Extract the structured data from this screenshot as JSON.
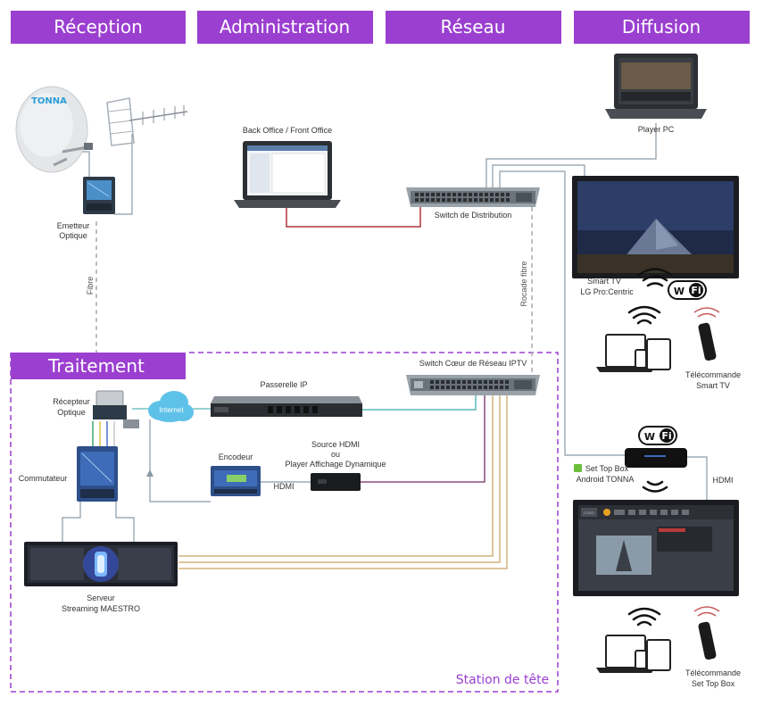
{
  "headers": {
    "reception": "Réception",
    "administration": "Administration",
    "reseau": "Réseau",
    "diffusion": "Diffusion",
    "traitement": "Traitement"
  },
  "labels": {
    "tonna": "TONNA",
    "emetteur_line1": "Emetteur",
    "emetteur_line2": "Optique",
    "fibre": "Fibre",
    "back_office": "Back Office / Front Office",
    "switch_distribution": "Switch de Distribution",
    "rocade_fibre": "Rocade fibre",
    "player_pc": "Player PC",
    "smart_tv_line1": "Smart TV",
    "smart_tv_line2": "LG Pro:Centric",
    "wifi_w": "W",
    "wifi_fi": "Fi",
    "telecommande_line1": "Télécommande",
    "telecommande_tv_line2": "Smart TV",
    "switch_coeur": "Switch Cœur de Réseau IPTV",
    "passerelle_ip": "Passerelle IP",
    "recepteur_line1": "Récepteur",
    "recepteur_line2": "Optique",
    "internet": "Internet",
    "commutateur": "Commutateur",
    "encodeur": "Encodeur",
    "source_hdmi_line1": "Source HDMI",
    "source_hdmi_line2": "ou",
    "source_hdmi_line3": "Player Affichage Dynamique",
    "hdmi": "HDMI",
    "set_top_box_line1": "Set Top Box",
    "set_top_box_line2": "Android TONNA",
    "logo": "LOGO",
    "serveur_line1": "Serveur",
    "serveur_line2": "Streaming MAESTRO",
    "telecommande_stb_line2": "Set Top Box",
    "station_de_tete": "Station de tête"
  },
  "colors": {
    "header_purple": "#9b3fd0",
    "cable_red": "#b0353e",
    "cable_teal": "#5ab8b8",
    "cable_gray": "#8a9aa6",
    "cable_tan": "#d4b27a",
    "cable_purple": "#8a4d7e"
  }
}
